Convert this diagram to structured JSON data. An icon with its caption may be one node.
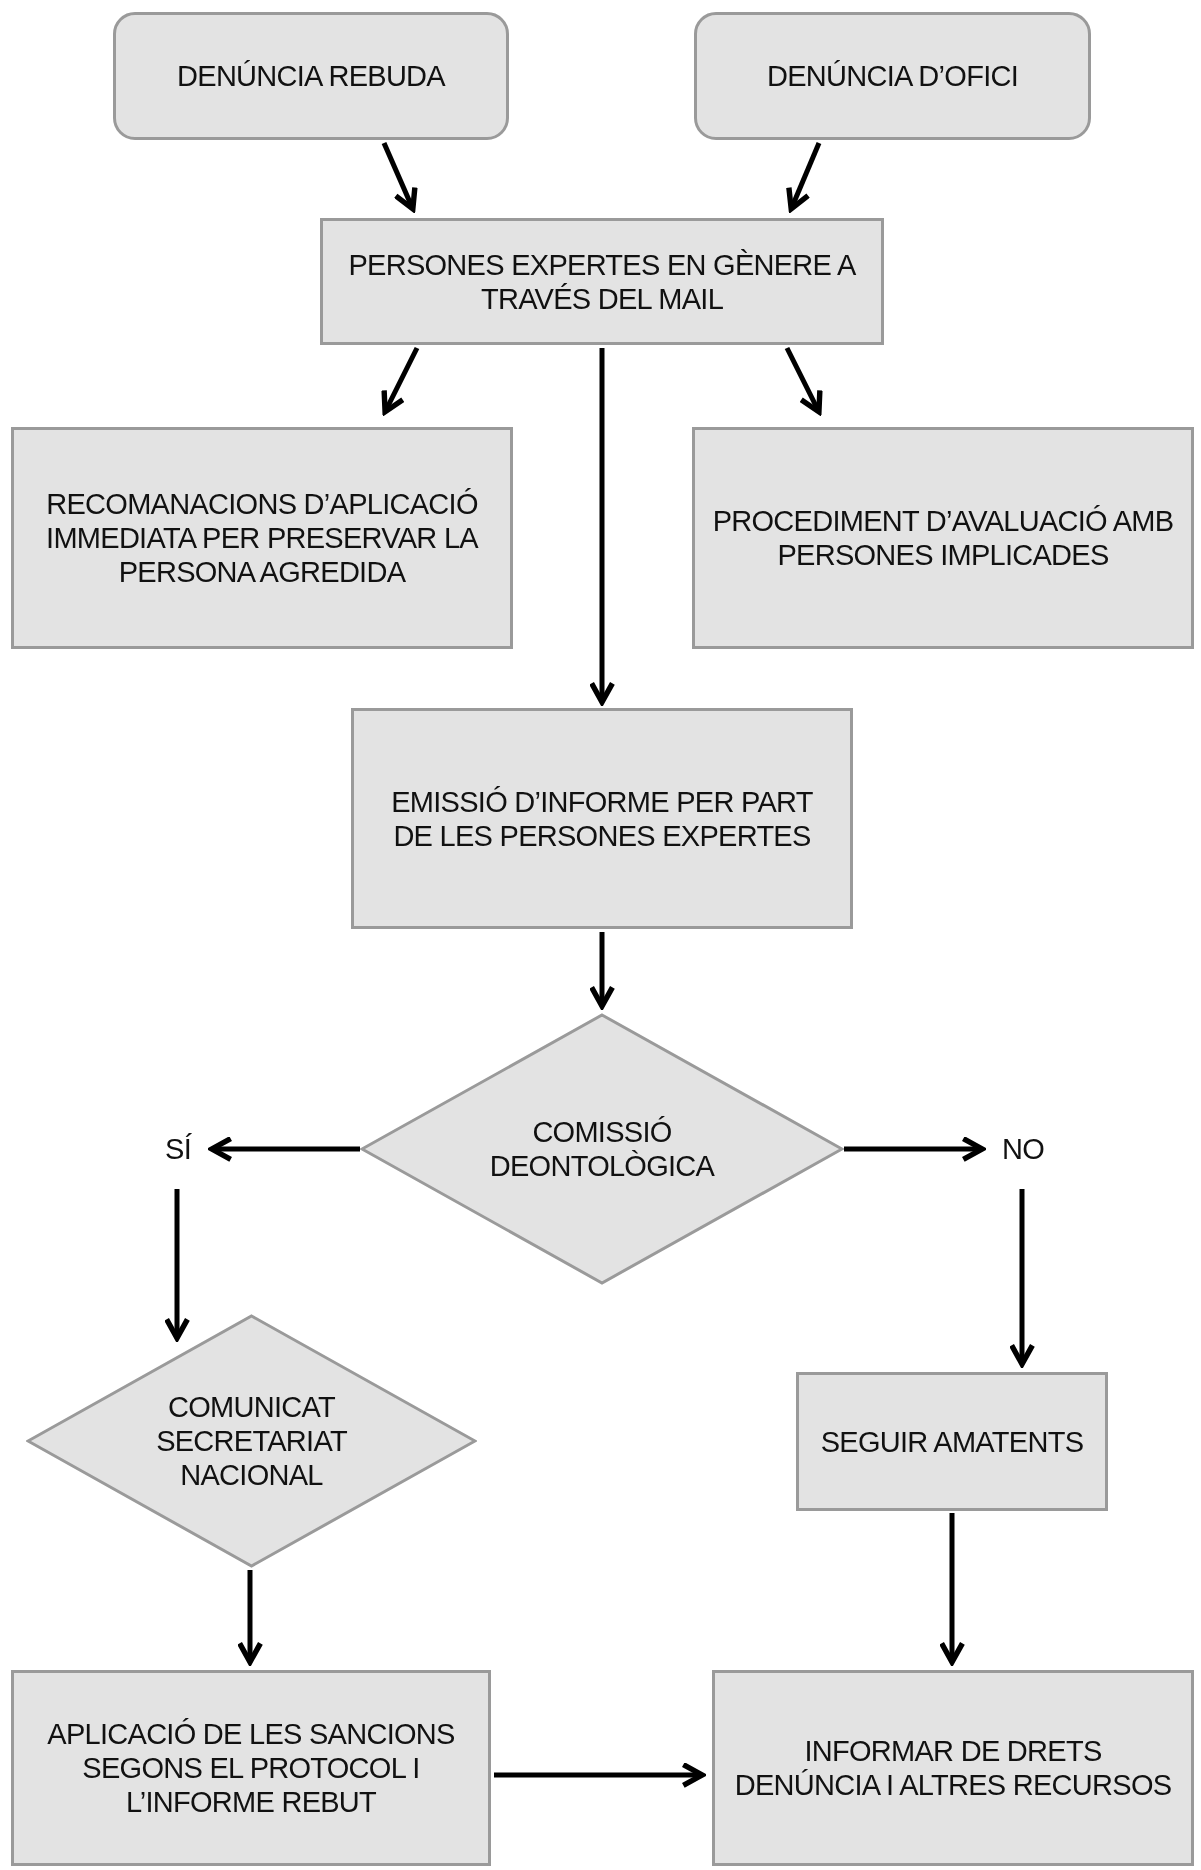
{
  "diagram": {
    "nodes": [
      {
        "text": [
          "DENÚNCIA REBUDA"
        ]
      },
      {
        "text": [
          "DENÚNCIA D’OFICI"
        ]
      },
      {
        "text": [
          "PERSONES EXPERTES EN GÈNERE A TRAVÉS DEL MAIL"
        ]
      },
      {
        "text": [
          "RECOMANACIONS D’APLICACIÓ IMMEDIATA PER PRESERVAR LA PERSONA AGREDIDA"
        ]
      },
      {
        "text": [
          "PROCEDIMENT D’AVALUACIÓ AMB PERSONES IMPLICADES"
        ]
      },
      {
        "text": [
          "EMISSIÓ D’INFORME PER PART DE LES PERSONES EXPERTES"
        ]
      },
      {
        "text": [
          "COMISSIÓ DEONTOLÒGICA"
        ]
      },
      {
        "text": [
          "SÍ"
        ]
      },
      {
        "text": [
          "NO"
        ]
      },
      {
        "text": [
          "COMUNICAT SECRETARIAT NACIONAL"
        ]
      },
      {
        "text": [
          "SEGUIR AMATENTS"
        ]
      },
      {
        "text": [
          "APLICACIÓ DE LES SANCIONS SEGONS EL PROTOCOL I L’INFORME REBUT"
        ]
      },
      {
        "text": [
          "INFORMAR DE DRETS DENÚNCIA I ALTRES RECURSOS"
        ]
      }
    ],
    "edges": [
      {
        "from": 0,
        "to": 2,
        "arrow": "to"
      },
      {
        "from": 1,
        "to": 2,
        "arrow": "to"
      },
      {
        "from": 2,
        "to": 3,
        "arrow": "to"
      },
      {
        "from": 2,
        "to": 4,
        "arrow": "to"
      },
      {
        "from": 2,
        "to": 5,
        "arrow": "to"
      },
      {
        "from": 5,
        "to": 6,
        "arrow": "to"
      },
      {
        "from": 6,
        "to": 7,
        "arrow": "to"
      },
      {
        "from": 6,
        "to": 8,
        "arrow": "to"
      },
      {
        "from": 7,
        "to": 9,
        "arrow": "to"
      },
      {
        "from": 8,
        "to": 10,
        "arrow": "to"
      },
      {
        "from": 9,
        "to": 11,
        "arrow": "to"
      },
      {
        "from": 10,
        "to": 12,
        "arrow": "to"
      },
      {
        "from": 11,
        "to": 12,
        "arrow": "to"
      }
    ]
  }
}
